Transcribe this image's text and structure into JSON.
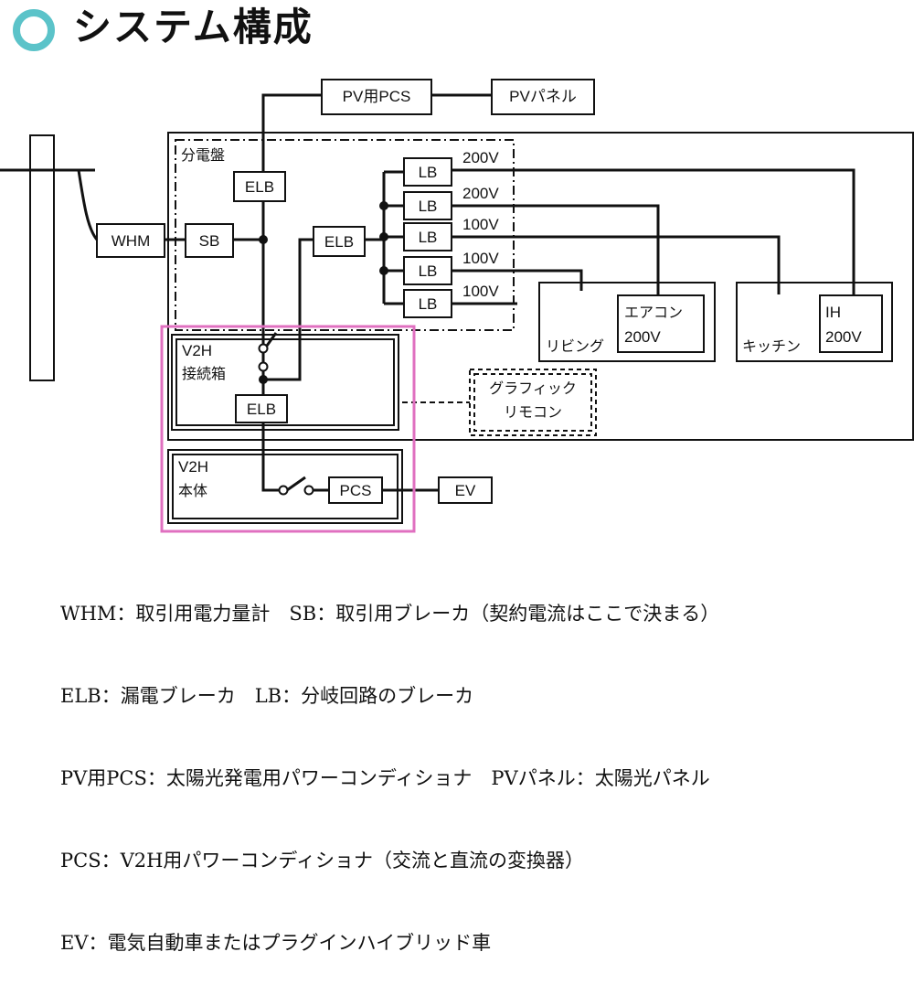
{
  "title": "システム構成",
  "labels": {
    "pv_pcs": "PV用PCS",
    "pv_panel": "PVパネル",
    "bunden": "分電盤",
    "elb_top": "ELB",
    "whm": "WHM",
    "sb": "SB",
    "elb_mid": "ELB",
    "lb1": "LB",
    "lb2": "LB",
    "lb3": "LB",
    "lb4": "LB",
    "lb5": "LB",
    "v1": "200V",
    "v2": "200V",
    "v3": "100V",
    "v4": "100V",
    "v5": "100V",
    "living": "リビング",
    "aircon_1": "エアコン",
    "aircon_2": "200V",
    "kitchen": "キッチン",
    "ih_1": "IH",
    "ih_2": "200V",
    "v2h_box_1": "V2H",
    "v2h_box_2": "接続箱",
    "elb_v2h": "ELB",
    "graphic_1": "グラフィック",
    "graphic_2": "リモコン",
    "v2h_body_1": "V2H",
    "v2h_body_2": "本体",
    "pcs": "PCS",
    "ev": "EV"
  },
  "legend": [
    "WHM：取引用電力量計　SB：取引用ブレーカ（契約電流はここで決まる）",
    "ELB：漏電ブレーカ　LB：分岐回路のブレーカ",
    "PV用PCS：太陽光発電用パワーコンディショナ　PVパネル：太陽光パネル",
    "PCS：V2H用パワーコンディショナ（交流と直流の変換器）",
    "EV：電気自動車またはプラグインハイブリッド車"
  ],
  "colors": {
    "ring": "#5bc3c9",
    "highlight": "#e070c0",
    "line": "#111111"
  }
}
